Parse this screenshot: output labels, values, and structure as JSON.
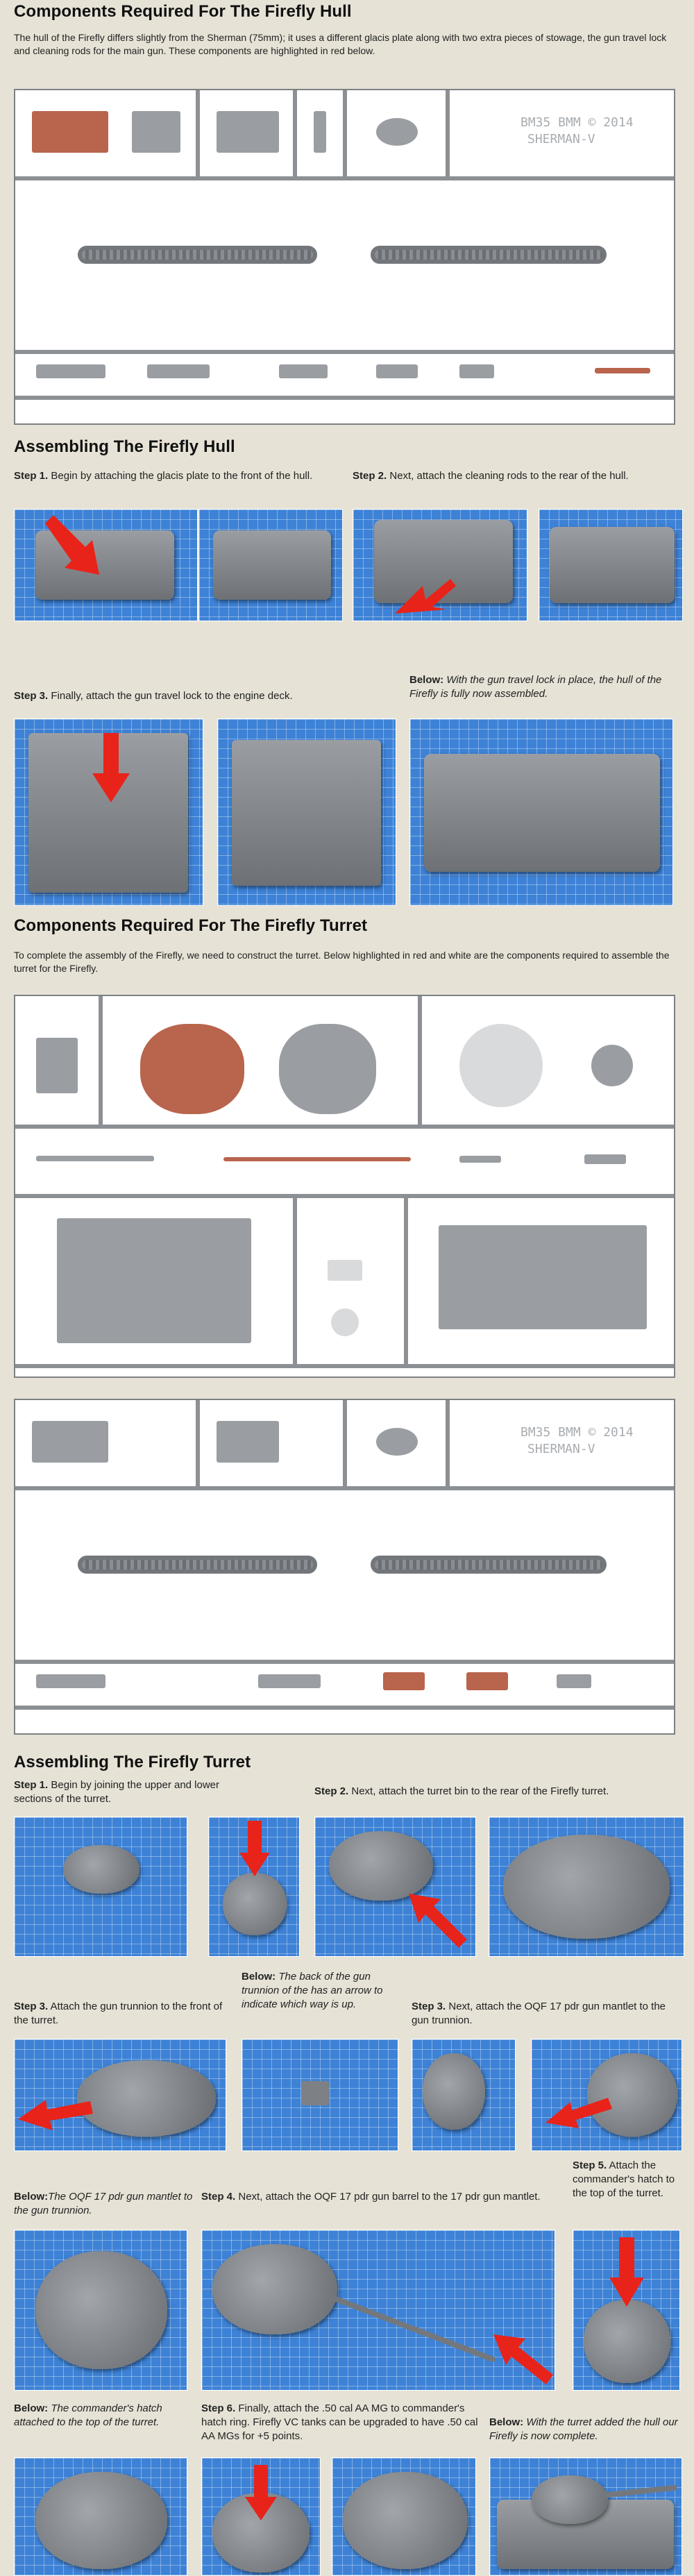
{
  "sections": {
    "hull_parts_title": "Components Required For The Firefly Hull",
    "hull_parts_text": "The hull of the Firefly differs slightly from the Sherman (75mm); it uses a different glacis plate along with two extra pieces of stowage, the gun travel lock and cleaning rods for the main gun. These components are highlighted in red below.",
    "assemble_hull_title": "Assembling The Firefly Hull",
    "turret_parts_title": "Components Required For The Firefly Turret",
    "turret_parts_text": "To complete the assembly of the Firefly, we need to construct the turret. Below highlighted in red and white are the components required to assemble the turret for the Firefly.",
    "assemble_turret_title": "Assembling The Firefly Turret"
  },
  "sprue_labels": {
    "line1": "BM35 BMM © 2014",
    "line2": "SHERMAN-V"
  },
  "hull_steps": [
    {
      "label": "Step 1.",
      "text": " Begin by attaching the glacis plate to the front of the hull."
    },
    {
      "label": "Step 2.",
      "text": " Next, attach the cleaning rods to the rear of the hull."
    },
    {
      "label": "Step 3.",
      "text": " Finally, attach the gun travel lock to the engine deck."
    },
    {
      "label": "Below:",
      "text": " With the gun travel lock in place, the hull of the Firefly is fully now assembled."
    }
  ],
  "turret_steps": [
    {
      "label": "Step 1.",
      "text": " Begin by joining the upper and lower sections of the turret."
    },
    {
      "label": "Step 2.",
      "text": " Next, attach the turret bin to the rear of the Firefly turret."
    },
    {
      "label": "Below:",
      "text": " The back of the gun trunnion of the has an arrow to indicate which way is up."
    },
    {
      "label": "Step 3.",
      "text": " Attach the gun trunnion to the front of the turret."
    },
    {
      "label": "Step 3.",
      "text": " Next, attach the OQF 17 pdr gun mantlet to the gun trunnion."
    },
    {
      "label": "Step 5.",
      "text": " Attach the commander's hatch to the top of the turret."
    },
    {
      "label": "Below:",
      "text": "The OQF 17 pdr gun mantlet to the gun trunnion."
    },
    {
      "label": "Step 4.",
      "text": " Next, attach the OQF 17 pdr gun barrel to the 17 pdr gun mantlet."
    },
    {
      "label": "Below:",
      "text": " The commander's hatch attached to the top of the turret."
    },
    {
      "label": "Step 6.",
      "text": " Finally, attach the .50 cal AA MG to commander's hatch ring. Firefly VC tanks can be upgraded to have .50 cal AA MGs for +5 points."
    },
    {
      "label": "Below:",
      "text": " With the turret added the hull our Firefly is now complete."
    }
  ],
  "colors": {
    "background": "#e6e2d6",
    "highlight_red": "#b9644c",
    "arrow_red": "#e8231a",
    "photo_blue": "#3d82d6",
    "plastic_grey": "#8c9094"
  },
  "icons": {
    "arrow": "red-arrow-icon"
  }
}
